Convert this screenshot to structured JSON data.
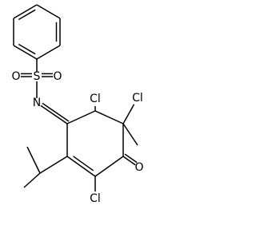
{
  "structure": {
    "atoms": [
      {
        "id": "a1",
        "element": "C",
        "label": ""
      },
      {
        "id": "a2",
        "element": "C",
        "label": ""
      },
      {
        "id": "a3",
        "element": "C",
        "label": ""
      },
      {
        "id": "a4",
        "element": "C",
        "label": ""
      },
      {
        "id": "a5",
        "element": "C",
        "label": ""
      },
      {
        "id": "a6",
        "element": "C",
        "label": ""
      },
      {
        "id": "s1",
        "element": "S",
        "label": "S"
      },
      {
        "id": "o1",
        "element": "O",
        "label": "O"
      },
      {
        "id": "o2",
        "element": "O",
        "label": "O"
      },
      {
        "id": "n1",
        "element": "N",
        "label": "N"
      },
      {
        "id": "r1",
        "element": "C",
        "label": ""
      },
      {
        "id": "r2",
        "element": "C",
        "label": ""
      },
      {
        "id": "r3",
        "element": "C",
        "label": ""
      },
      {
        "id": "r4",
        "element": "C",
        "label": ""
      },
      {
        "id": "r5",
        "element": "C",
        "label": ""
      },
      {
        "id": "r6",
        "element": "C",
        "label": ""
      },
      {
        "id": "cl1",
        "element": "Cl",
        "label": "Cl"
      },
      {
        "id": "cl2",
        "element": "Cl",
        "label": "Cl"
      },
      {
        "id": "me1",
        "element": "C",
        "label": ""
      },
      {
        "id": "o3",
        "element": "O",
        "label": "O"
      },
      {
        "id": "cl3",
        "element": "Cl",
        "label": "Cl"
      },
      {
        "id": "ip1",
        "element": "C",
        "label": ""
      },
      {
        "id": "ip2",
        "element": "C",
        "label": ""
      },
      {
        "id": "ip3",
        "element": "C",
        "label": ""
      }
    ],
    "bonds": [
      {
        "from": "a1",
        "to": "a2",
        "order": 1
      },
      {
        "from": "a2",
        "to": "a3",
        "order": 2
      },
      {
        "from": "a3",
        "to": "a4",
        "order": 1
      },
      {
        "from": "a4",
        "to": "a5",
        "order": 2
      },
      {
        "from": "a5",
        "to": "a6",
        "order": 1
      },
      {
        "from": "a6",
        "to": "a1",
        "order": 2
      },
      {
        "from": "a4",
        "to": "s1",
        "order": 1
      },
      {
        "from": "s1",
        "to": "o1",
        "order": 2
      },
      {
        "from": "s1",
        "to": "o2",
        "order": 2
      },
      {
        "from": "s1",
        "to": "n1",
        "order": 1
      },
      {
        "from": "n1",
        "to": "r1",
        "order": 2
      },
      {
        "from": "r1",
        "to": "r2",
        "order": 1
      },
      {
        "from": "r2",
        "to": "r3",
        "order": 1
      },
      {
        "from": "r3",
        "to": "r4",
        "order": 1
      },
      {
        "from": "r4",
        "to": "r5",
        "order": 1
      },
      {
        "from": "r5",
        "to": "r6",
        "order": 2
      },
      {
        "from": "r6",
        "to": "r1",
        "order": 1
      },
      {
        "from": "r2",
        "to": "cl1",
        "order": 1
      },
      {
        "from": "r3",
        "to": "cl2",
        "order": 1
      },
      {
        "from": "r3",
        "to": "me1",
        "order": 1
      },
      {
        "from": "r4",
        "to": "o3",
        "order": 2
      },
      {
        "from": "r5",
        "to": "cl3",
        "order": 1
      },
      {
        "from": "r6",
        "to": "ip1",
        "order": 1
      },
      {
        "from": "ip1",
        "to": "ip2",
        "order": 1
      },
      {
        "from": "ip1",
        "to": "ip3",
        "order": 1
      }
    ]
  }
}
